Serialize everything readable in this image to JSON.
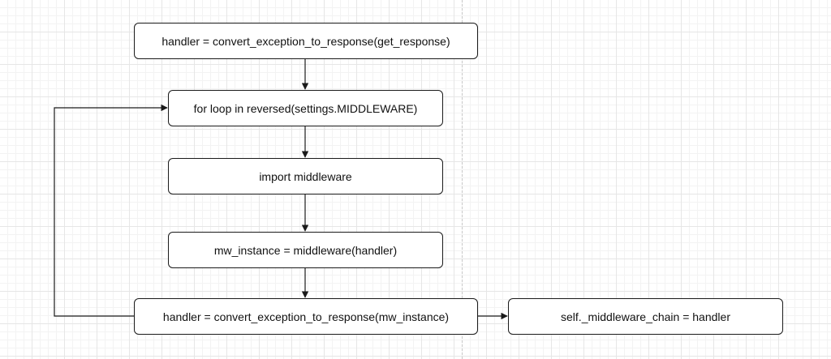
{
  "nodes": {
    "init_handler": "handler = convert_exception_to_response(get_response)",
    "for_loop": "for loop in reversed(settings.MIDDLEWARE)",
    "import_middleware": "import middleware",
    "mw_instance": "mw_instance = middleware(handler)",
    "wrap_handler": "handler = convert_exception_to_response(mw_instance)",
    "middleware_chain": "self._middleware_chain = handler"
  },
  "edges": [
    {
      "from": "init_handler",
      "to": "for_loop"
    },
    {
      "from": "for_loop",
      "to": "import_middleware"
    },
    {
      "from": "import_middleware",
      "to": "mw_instance"
    },
    {
      "from": "mw_instance",
      "to": "wrap_handler"
    },
    {
      "from": "wrap_handler",
      "to": "for_loop"
    },
    {
      "from": "wrap_handler",
      "to": "middleware_chain"
    }
  ],
  "colors": {
    "stroke": "#1a1a1a",
    "node_fill": "#ffffff",
    "grid": "#e6e6e6"
  }
}
